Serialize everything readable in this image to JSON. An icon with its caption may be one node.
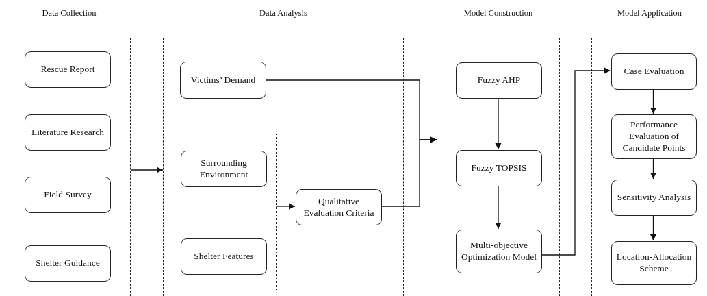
{
  "diagram": {
    "nodes": [
      {
        "text": [
          "Data Collection"
        ]
      },
      {
        "text": [
          "Rescue Report"
        ],
        "in": 0
      },
      {
        "text": [
          "Literature Research"
        ],
        "in": 0
      },
      {
        "text": [
          "Field Survey"
        ],
        "in": 0
      },
      {
        "text": [
          "Shelter Guidance"
        ],
        "in": 0
      },
      {
        "text": [
          "Data Analysis"
        ]
      },
      {
        "text": [
          "Victims’ Demand"
        ],
        "in": 5
      },
      {
        "text": [],
        "shape": "box",
        "in": 5
      },
      {
        "text": [
          "Surrounding Environment"
        ],
        "in": 7
      },
      {
        "text": [
          "Shelter Features"
        ],
        "in": 7
      },
      {
        "text": [
          "Qualitative Evaluation Criteria"
        ],
        "in": 5
      },
      {
        "text": [
          "Model Construction"
        ]
      },
      {
        "text": [
          "Fuzzy AHP"
        ],
        "in": 11
      },
      {
        "text": [
          "Fuzzy TOPSIS"
        ],
        "in": 11
      },
      {
        "text": [
          "Multi-objective Optimization Model"
        ],
        "in": 11
      },
      {
        "text": [
          "Model Application"
        ]
      },
      {
        "text": [
          "Case Evaluation"
        ],
        "in": 15
      },
      {
        "text": [
          "Performance Evaluation of Candidate Points"
        ],
        "in": 15
      },
      {
        "text": [
          "Sensitivity Analysis"
        ],
        "in": 15
      },
      {
        "text": [
          "Location-Allocation Scheme"
        ],
        "in": 15
      }
    ],
    "edges": [
      {
        "from": 0,
        "to": 5,
        "arrow": "to"
      },
      {
        "from": 7,
        "to": 10,
        "arrow": "to"
      },
      {
        "from": 6,
        "to": 11,
        "arrow": "to"
      },
      {
        "from": 10,
        "to": 11,
        "arrow": "to"
      },
      {
        "from": 12,
        "to": 13,
        "arrow": "to"
      },
      {
        "from": 13,
        "to": 14,
        "arrow": "to"
      },
      {
        "from": 14,
        "to": 16,
        "arrow": "to"
      },
      {
        "from": 16,
        "to": 17,
        "arrow": "to"
      },
      {
        "from": 17,
        "to": 18,
        "arrow": "to"
      },
      {
        "from": 18,
        "to": 19,
        "arrow": "to"
      }
    ]
  }
}
